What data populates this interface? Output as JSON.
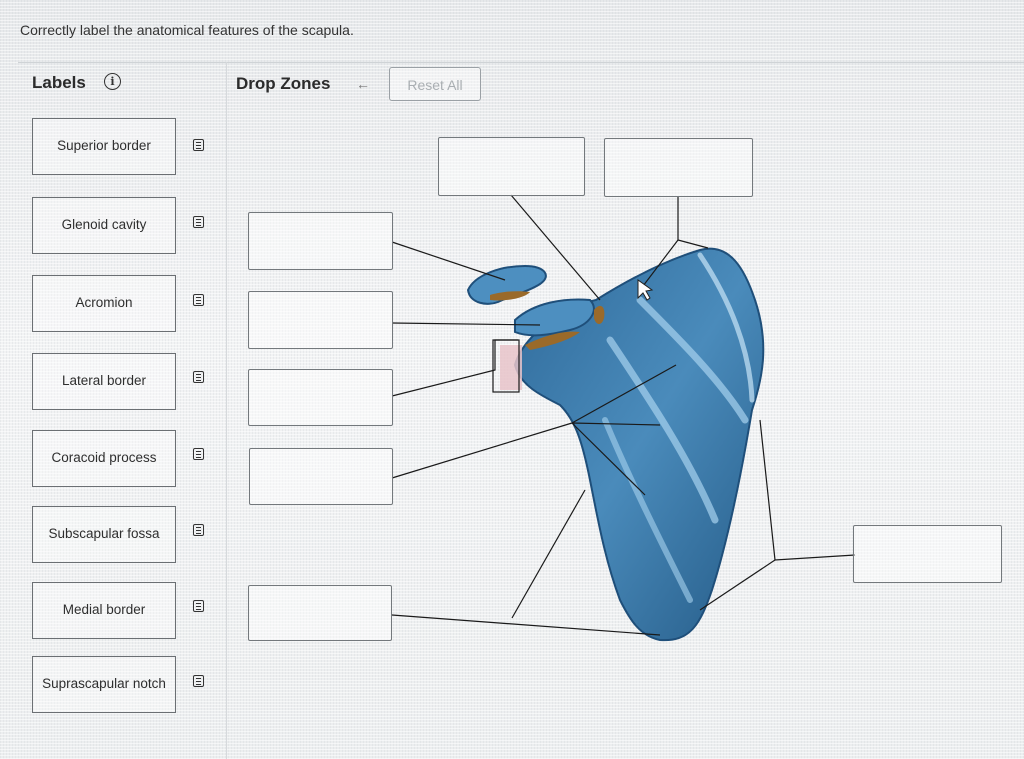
{
  "instruction": "Correctly label the anatomical features of the scapula.",
  "labels_panel": {
    "title": "Labels",
    "info_icon": "info-icon"
  },
  "drop_panel": {
    "title": "Drop Zones",
    "undo_icon": "undo-arrow-icon",
    "reset_label": "Reset All"
  },
  "labels": [
    {
      "text": "Superior border"
    },
    {
      "text": "Glenoid cavity"
    },
    {
      "text": "Acromion"
    },
    {
      "text": "Lateral border"
    },
    {
      "text": "Coracoid process"
    },
    {
      "text": "Subscapular fossa"
    },
    {
      "text": "Medial border"
    },
    {
      "text": "Suprascapular notch"
    }
  ],
  "colors": {
    "bone": "#3c78a8",
    "bone_dark": "#1f4f7a",
    "bone_light": "#9ecbe8",
    "accent_brown": "#9a6a2a"
  }
}
